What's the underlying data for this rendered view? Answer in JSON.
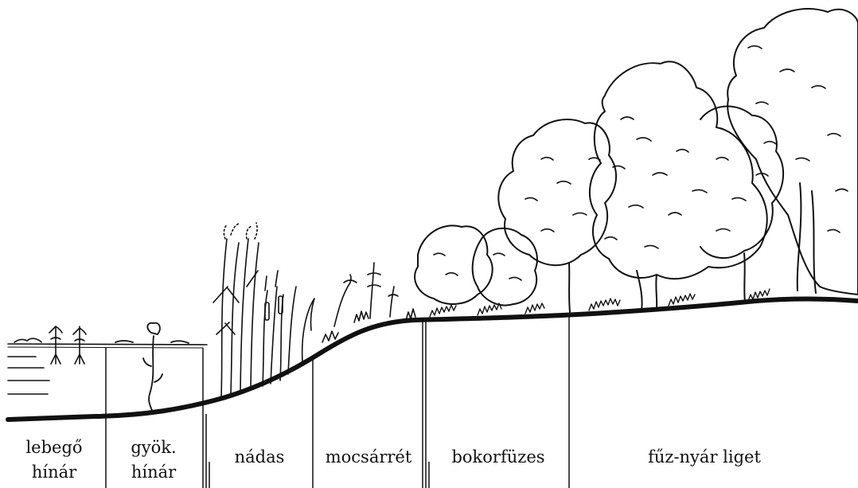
{
  "zones": [
    {
      "id": "lebego",
      "line1": "lebegő",
      "line2": "hínár"
    },
    {
      "id": "gyok",
      "line1": "gyök.",
      "line2": "hínár"
    },
    {
      "id": "nadas",
      "line1": "nádas",
      "line2": ""
    },
    {
      "id": "mocsarret",
      "line1": "mocsárrét",
      "line2": ""
    },
    {
      "id": "bokorfuzes",
      "line1": "bokorfüzes",
      "line2": ""
    },
    {
      "id": "fuz-nyar",
      "line1": "fűz-nyár liget",
      "line2": ""
    }
  ],
  "colors": {
    "ink": "#111111",
    "background": "#ffffff"
  }
}
